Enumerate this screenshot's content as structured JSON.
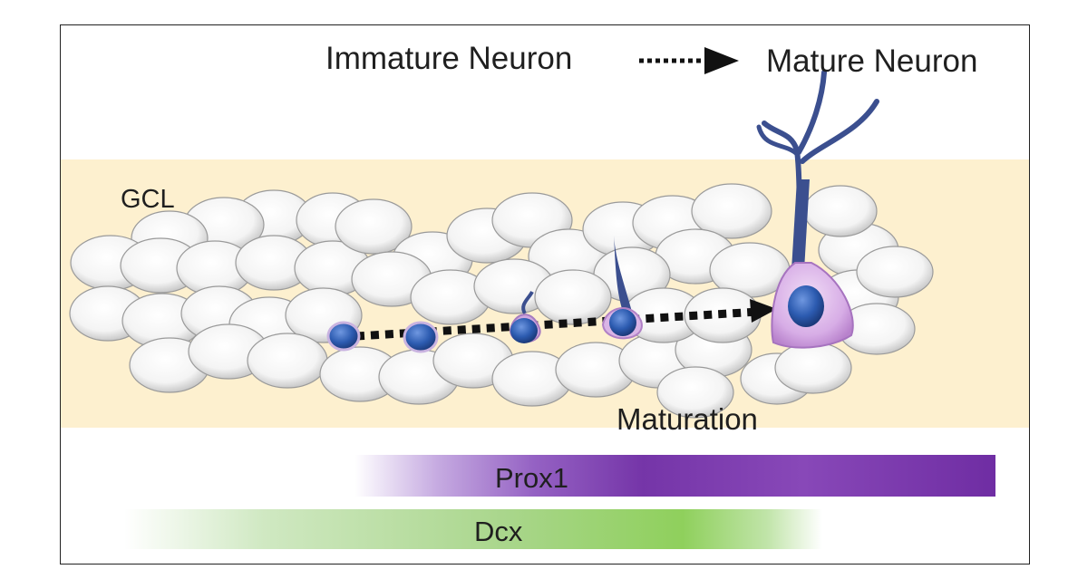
{
  "header": {
    "immature_label": "Immature Neuron",
    "mature_label": "Mature Neuron"
  },
  "layer_label": "GCL",
  "process_label": "Maturation",
  "markers": {
    "prox1_label": "Prox1",
    "dcx_label": "Dcx"
  },
  "colors": {
    "layer_fill": "#fdf0cf",
    "prox1_bar": "#7535a8",
    "dcx_bar": "#8fd05c",
    "nucleus": "#2c5bb0",
    "neuron_body": "#d9b4e6",
    "dendrite": "#3b4f8f"
  },
  "icons": [
    "granule-cell-icon",
    "immature-neuron-icon",
    "mature-neuron-icon",
    "progression-arrow-icon"
  ]
}
